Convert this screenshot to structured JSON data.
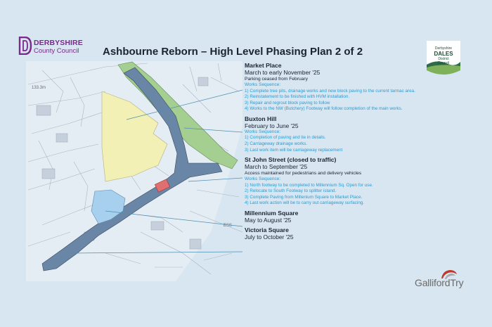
{
  "title": "Ashbourne Reborn – High Level Phasing Plan 2 of 2",
  "logos": {
    "derbyshire": {
      "line1": "DERBYSHIRE",
      "line2": "County Council",
      "color": "#7a2a8a"
    },
    "dales": {
      "line1": "Derbyshire",
      "line2": "DALES",
      "line3": "District",
      "line4": "Council",
      "color": "#1e4d35"
    },
    "contractor": {
      "name": "GallifordTry",
      "accent": "#c0392b"
    }
  },
  "map": {
    "labels": {
      "spot_height": "133.3m",
      "area_label": "ESS"
    },
    "zone_colors": {
      "market_place": "#f2f0b4",
      "buxton_hill": "#a5cf90",
      "st_john_street": "#6a86a6",
      "millennium_square": "#a6d0ee",
      "victoria_square": "#e07070"
    }
  },
  "phases": [
    {
      "name": "Market Place",
      "dates": "March to early November '25",
      "note": "Parking ceased from February",
      "works_heading": "Works Sequence:",
      "works": [
        "1)    Complete tree pits, drainage works and new block paving to the current tarmac area.",
        "2)    Reinstatement to be finished with HVM installation.",
        "3)    Repair and regrout block paving to follow",
        "4)    Works to the NW (Butchery) Footway will follow completion of the main works."
      ]
    },
    {
      "name": "Buxton Hill",
      "dates": "February to June '25",
      "note": "",
      "works_heading": "Works Sequence:",
      "works": [
        "1)    Completion of paving and tie in details.",
        "2)    Carriageway drainage works.",
        "3)    Last work item will be carriageway replacement"
      ]
    },
    {
      "name": "St John Street (closed to traffic)",
      "dates": "March to September '25",
      "note": "Access maintained for pedestrians and delivery vehicles",
      "works_heading": "Works Sequence:",
      "works": [
        "1)    North footway to be completed to Millennium Sq. Open for use.",
        "2)    Relocate to South Footway to splitter island.",
        "3)    Complete Paving from Millenium Square to Market Place.",
        "4)    Last work action will be to carry out carriageway surfacing."
      ]
    },
    {
      "name": "Millennium Square",
      "dates": "May to August '25",
      "note": "",
      "works_heading": "",
      "works": []
    },
    {
      "name": "Victoria Square",
      "dates": "July to October '25",
      "note": "",
      "works_heading": "",
      "works": []
    }
  ]
}
